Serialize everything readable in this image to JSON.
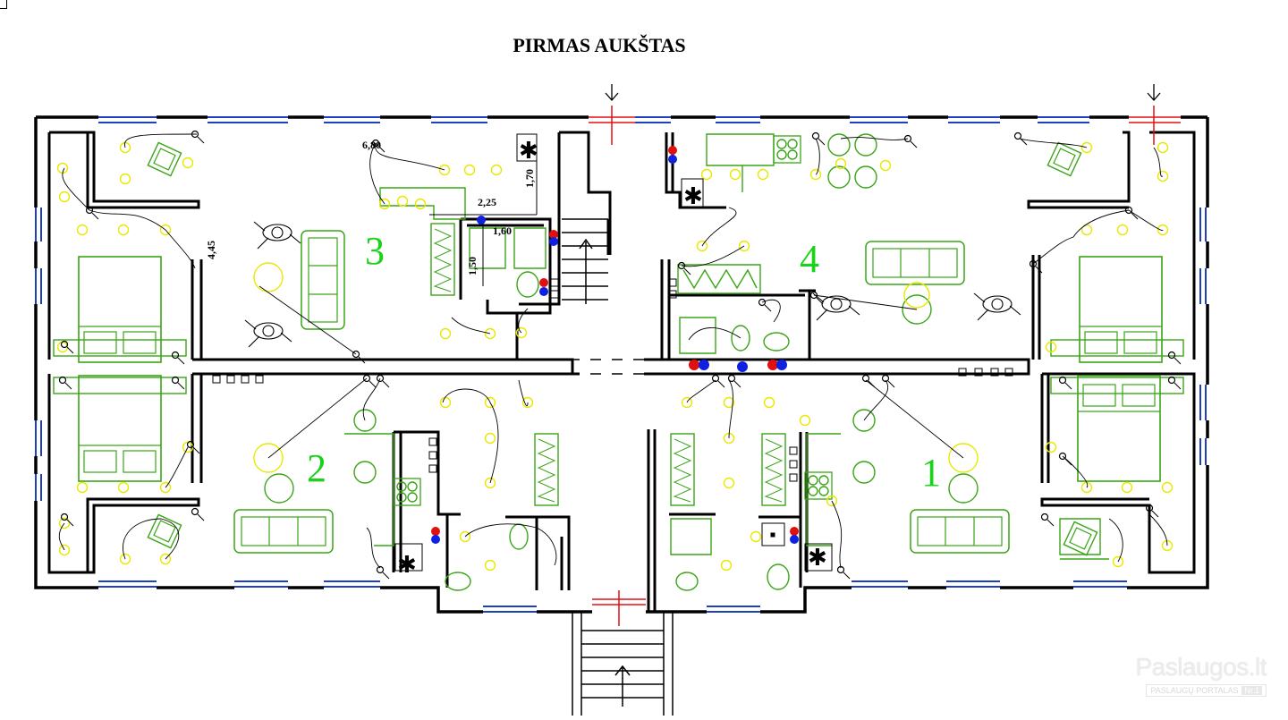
{
  "title": "PIRMAS AUKŠTAS",
  "apartments": [
    {
      "number": "1"
    },
    {
      "number": "2"
    },
    {
      "number": "3"
    },
    {
      "number": "4"
    }
  ],
  "dimensions": [
    "6,80",
    "1,70",
    "2,25",
    "1,60",
    "1,50",
    "4,45"
  ],
  "watermark": {
    "brand": "Paslaugos.lt",
    "tagline": "PASLAUGŲ PORTALAS",
    "badge": "Nr.1"
  },
  "colors": {
    "wall": "#000000",
    "window": "#1f3fbf",
    "furniture": "#3aa516",
    "fixture": "#e8e800",
    "apartment_number": "#19d219",
    "entrance": "#e01010",
    "hot_water": "#e01010",
    "cold_water": "#1020e0"
  }
}
